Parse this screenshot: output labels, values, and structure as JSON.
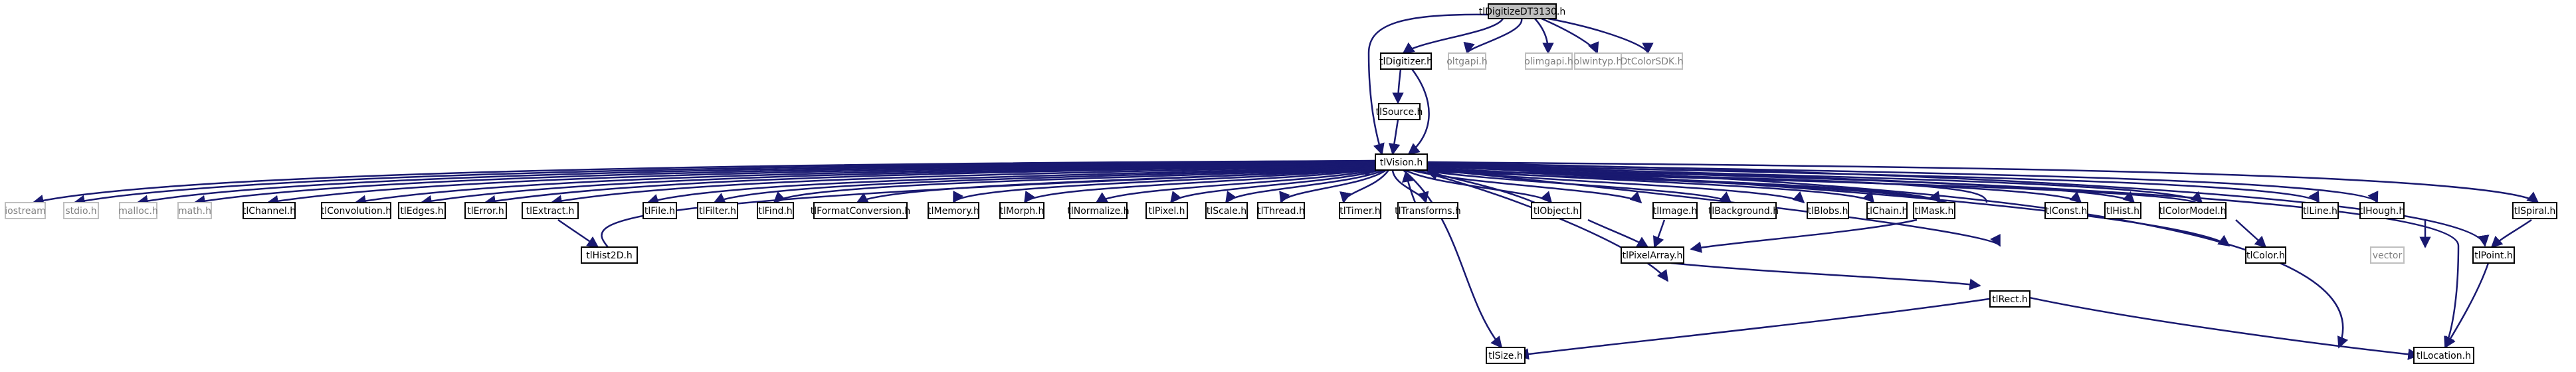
{
  "diagram": {
    "nodes": {
      "root": "tlDigitizeDT3130.h",
      "tlDigitizer": "tlDigitizer.h",
      "oltgapi": "oltgapi.h",
      "olimgapi": "olimgapi.h",
      "olwintyp": "olwintyp.h",
      "dtcolor": "DtColorSDK.h",
      "tlSource": "tlSource.h",
      "tlVision": "tlVision.h",
      "iostream": "iostream",
      "stdio": "stdio.h",
      "malloc": "malloc.h",
      "math": "math.h",
      "tlChannel": "tlChannel.h",
      "tlConvolution": "tlConvolution.h",
      "tlEdges": "tlEdges.h",
      "tlError": "tlError.h",
      "tlExtract": "tlExtract.h",
      "tlFile": "tlFile.h",
      "tlFilter": "tlFilter.h",
      "tlFind": "tlFind.h",
      "tlFormatConversion": "tlFormatConversion.h",
      "tlMemory": "tlMemory.h",
      "tlMorph": "tlMorph.h",
      "tlNormalize": "tlNormalize.h",
      "tlPixel": "tlPixel.h",
      "tlScale": "tlScale.h",
      "tlThread": "tlThread.h",
      "tlTimer": "tlTimer.h",
      "tlTransforms": "tlTransforms.h",
      "tlObject": "tlObject.h",
      "tlImage": "tlImage.h",
      "tlBackground": "tlBackground.h",
      "tlBlobs": "tlBlobs.h",
      "tlChain": "tlChain.h",
      "tlMask": "tlMask.h",
      "tlConst": "tlConst.h",
      "tlHist": "tlHist.h",
      "tlColorModel": "tlColorModel.h",
      "tlLine": "tlLine.h",
      "tlHough": "tlHough.h",
      "tlSpiral": "tlSpiral.h",
      "tlHist2D": "tlHist2D.h",
      "tlPixelArray": "tlPixelArray.h",
      "tlColor": "tlColor.h",
      "vector": "vector",
      "tlPoint": "tlPoint.h",
      "tlRect": "tlRect.h",
      "tlSize": "tlSize.h",
      "tlLocation": "tlLocation.h"
    },
    "colors": {
      "root_fill": "#bfbfbf",
      "edge": "#191970",
      "node_border": "#000000",
      "external_border": "#bfbfbf",
      "external_text": "#808080"
    }
  }
}
